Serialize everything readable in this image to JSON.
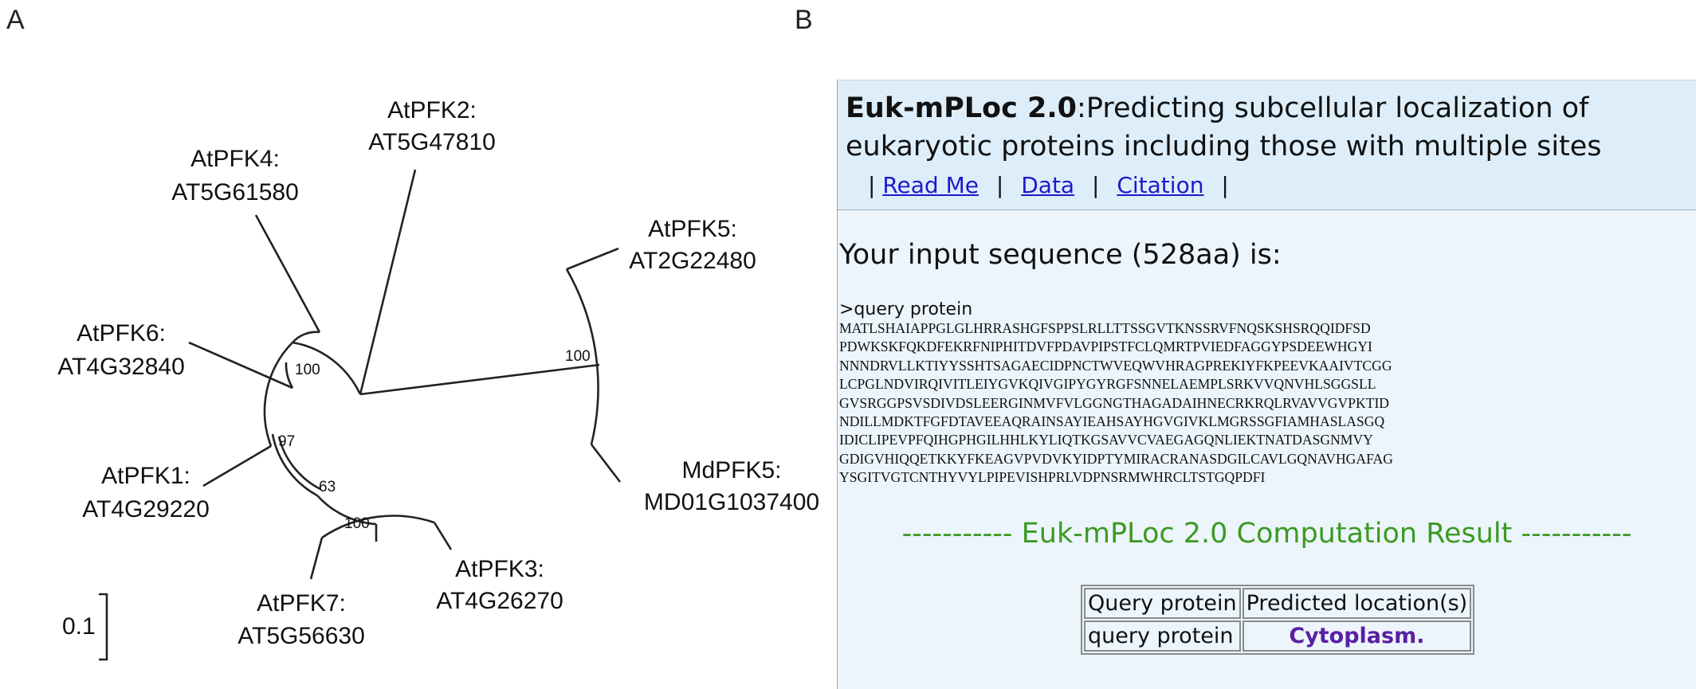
{
  "panels": {
    "a": "A",
    "b": "B"
  },
  "tree": {
    "leaves": {
      "atpfk2": [
        "AtPFK2:",
        "AT5G47810"
      ],
      "atpfk4": [
        "AtPFK4:",
        "AT5G61580"
      ],
      "atpfk5": [
        "AtPFK5:",
        "AT2G22480"
      ],
      "atpfk6": [
        "AtPFK6:",
        "AT4G32840"
      ],
      "atpfk1": [
        "AtPFK1:",
        "AT4G29220"
      ],
      "mdpfk5": [
        "MdPFK5:",
        "MD01G1037400"
      ],
      "atpfk7": [
        "AtPFK7:",
        "AT5G56630"
      ],
      "atpfk3": [
        "AtPFK3:",
        "AT4G26270"
      ]
    },
    "bootstrap": {
      "b1": "100",
      "b2": "100",
      "b3": "97",
      "b4": "63",
      "b5": "100"
    },
    "scale_label": "0.1"
  },
  "site": {
    "name": "Euk-mPLoc 2.0",
    "title_rest_1": ":Predicting subcellular localization of",
    "title_line_2": "eukaryotic proteins including those with multiple sites",
    "nav": {
      "read_me": "Read Me",
      "data": "Data",
      "citation": "Citation",
      "bar": "|"
    },
    "input_heading": "Your input sequence (528aa) is:",
    "query_name": ">query protein",
    "sequence_lines": [
      "MATLSHAIAPPGLGLHRRASHGFSPPSLRLLTTSSGVTKNSSRVFNQSKSHSRQQIDFSD",
      "PDWKSKFQKDFEKRFNIPHITDVFPDAVPIPSTFCLQMRTPVIEDFAGGYPSDEEWHGYI",
      "NNNDRVLLKTIYYSSHTSAGAECIDPNCTWVEQWVHRAGPREKIYFKPEEVKAAIVTCGG",
      "LCPGLNDVIRQIVITLEIYGVKQIVGIPYGYRGFSNNELAEMPLSRKVVQNVHLSGGSLL",
      "GVSRGGPSVSDIVDSLEERGINMVFVLGGNGTHAGADAIHNECRKRQLRVAVVGVPKTID",
      "NDILLMDKTFGFDTAVEEAQRAINSAYIEAHSAYHGVGIVKLMGRSSGFIAMHASLASGQ",
      "IDICLIPEVPFQIHGPHGILHHLKYLIQTKGSAVVCVAEGAGQNLIEKTNATDASGNMVY",
      "GDIGVHIQQETKKYFKEAGVPVDVKYIDPTYMIRACRANASDGILCAVLGQNAVHGAFAG",
      "YSGITVGTCNTHYVYLPIPEVISHPRLVDPNSRMWHRCLTSTGQPDFI"
    ],
    "result_title": "----------- Euk-mPLoc 2.0 Computation Result -----------",
    "table": {
      "headers": [
        "Query protein",
        "Predicted location(s)"
      ],
      "row": [
        "query protein",
        "Cytoplasm."
      ]
    }
  }
}
